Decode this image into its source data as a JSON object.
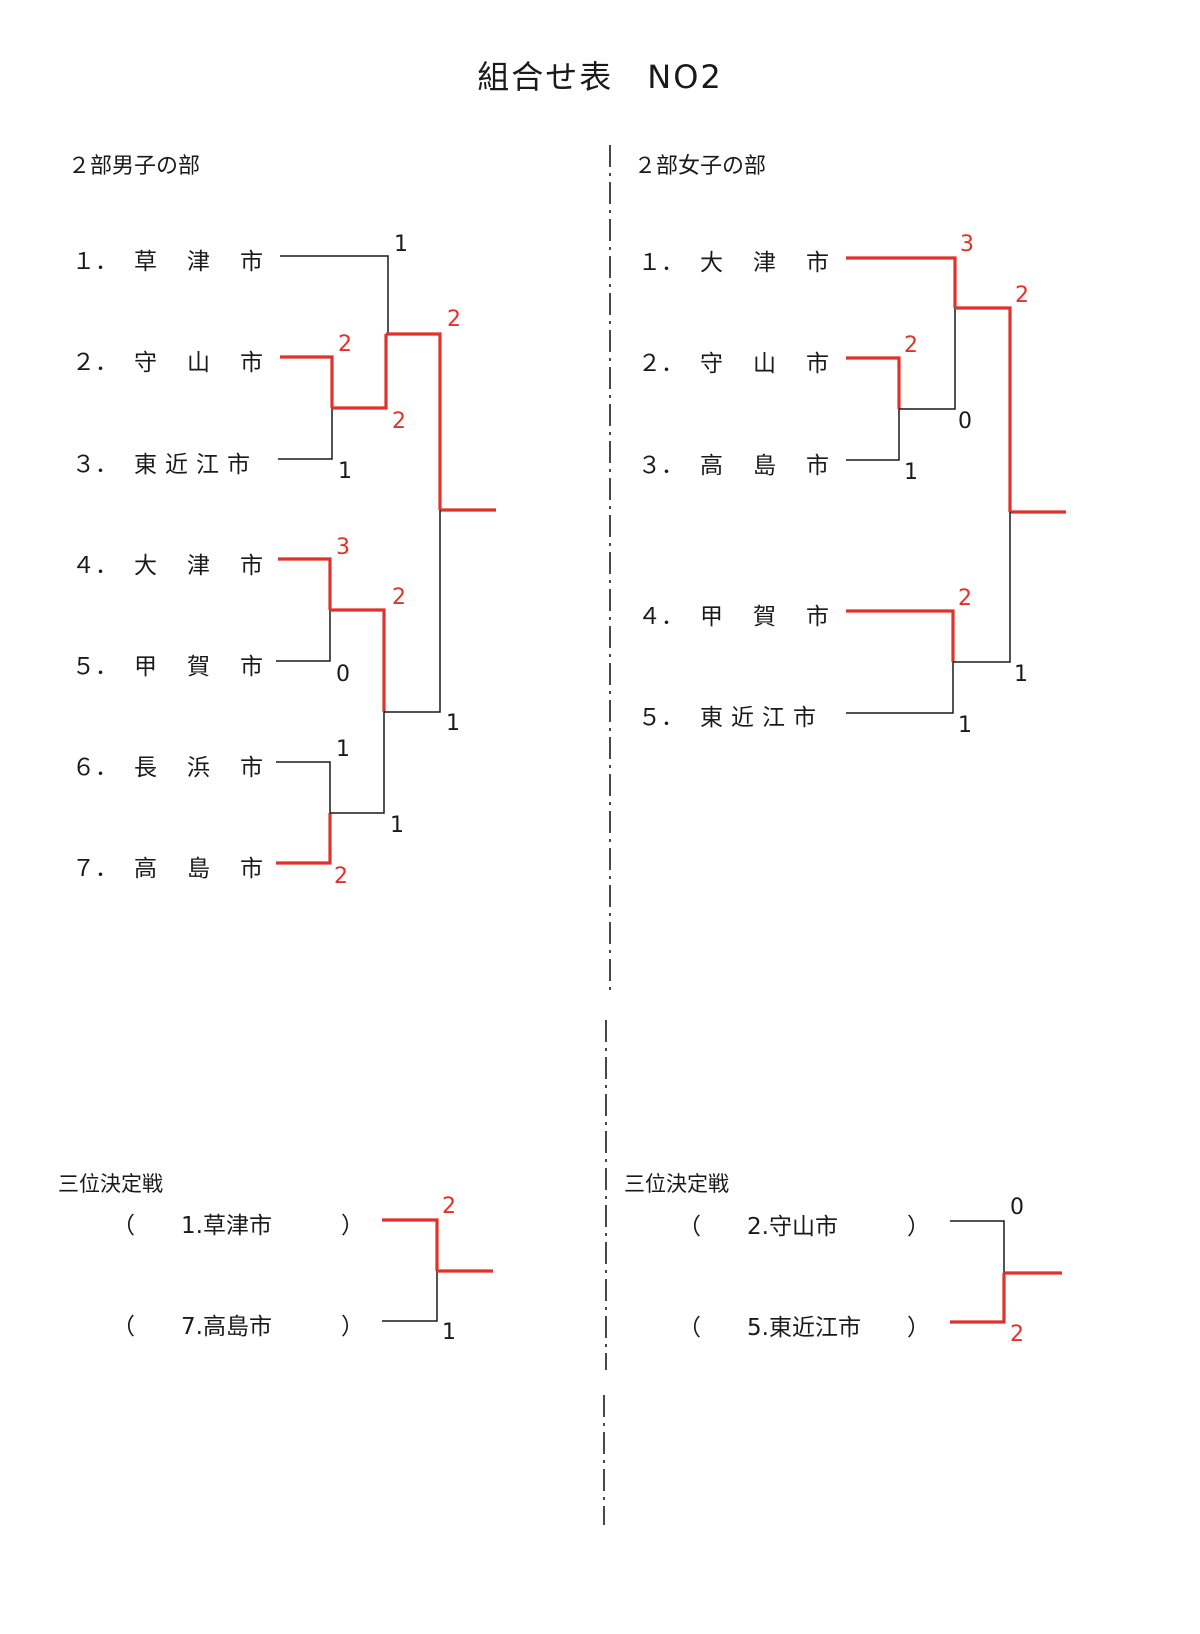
{
  "title": "組合せ表　NO2",
  "colors": {
    "winner": "#e0322a",
    "loser": "#1a1a1a"
  },
  "men": {
    "heading": "２部男子の部",
    "teams": [
      {
        "num": "１．",
        "name": "草津市"
      },
      {
        "num": "２．",
        "name": "守山市"
      },
      {
        "num": "３．",
        "name": "東近江市"
      },
      {
        "num": "４．",
        "name": "大津市"
      },
      {
        "num": "５．",
        "name": "甲賀市"
      },
      {
        "num": "６．",
        "name": "長浜市"
      },
      {
        "num": "７．",
        "name": "高島市"
      }
    ],
    "scores": {
      "r1_2": "2",
      "r1_3": "1",
      "r1_4": "3",
      "r1_5": "0",
      "r1_6": "1",
      "r1_7": "2",
      "r2_1": "1",
      "r2_23": "2",
      "r2_45": "2",
      "r2_67": "1",
      "final_top": "2",
      "final_bottom": "1"
    },
    "third_place": {
      "label": "三位決定戦",
      "entries": [
        {
          "text": "（　　1.草津市　　　）",
          "score": "2"
        },
        {
          "text": "（　　7.高島市　　　）",
          "score": "1"
        }
      ]
    }
  },
  "women": {
    "heading": "２部女子の部",
    "teams": [
      {
        "num": "１．",
        "name": "大津市"
      },
      {
        "num": "２．",
        "name": "守山市"
      },
      {
        "num": "３．",
        "name": "高島市"
      },
      {
        "num": "４．",
        "name": "甲賀市"
      },
      {
        "num": "５．",
        "name": "東近江市"
      }
    ],
    "scores": {
      "r1_2": "2",
      "r1_3": "1",
      "r1_4": "2",
      "r1_5": "1",
      "r2_1": "3",
      "r2_23": "0",
      "final_top": "2",
      "final_bottom": "1"
    },
    "third_place": {
      "label": "三位決定戦",
      "entries": [
        {
          "text": "（　　2.守山市　　　）",
          "score": "0"
        },
        {
          "text": "（　　5.東近江市　　）",
          "score": "2"
        }
      ]
    }
  }
}
